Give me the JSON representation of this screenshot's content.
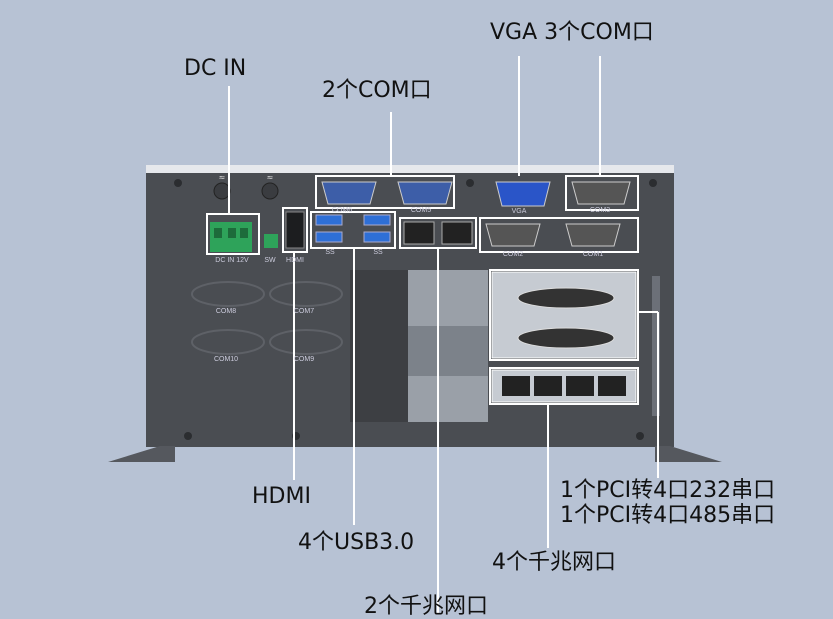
{
  "callouts": {
    "vga_com": "VGA 3个COM口",
    "dc_in": "DC IN",
    "com2": "2个COM口",
    "hdmi": "HDMI",
    "usb": "4个USB3.0",
    "pci_232": "1个PCI转4口232串口",
    "pci_485": "1个PCI转4口485串口",
    "lan4": "4个千兆网口",
    "lan2": "2个千兆网口"
  },
  "panel_labels": {
    "com6": "COM6",
    "com5": "COM5",
    "vga": "VGA",
    "com3": "COM3",
    "com2": "COM2",
    "com1": "COM1",
    "dcin": "DC IN 12V",
    "sw": "SW",
    "hdmi": "HDMI",
    "ss1": "SS",
    "ss2": "SS",
    "com8": "COM8",
    "com7": "COM7",
    "com10": "COM10",
    "com9": "COM9"
  },
  "colors": {
    "background": "#b7c2d4",
    "chassis": "#4a4d52",
    "usb_blue": "#2e6fd6",
    "vga_blue": "#2a55c8",
    "terminal_green": "#2ea35a"
  }
}
